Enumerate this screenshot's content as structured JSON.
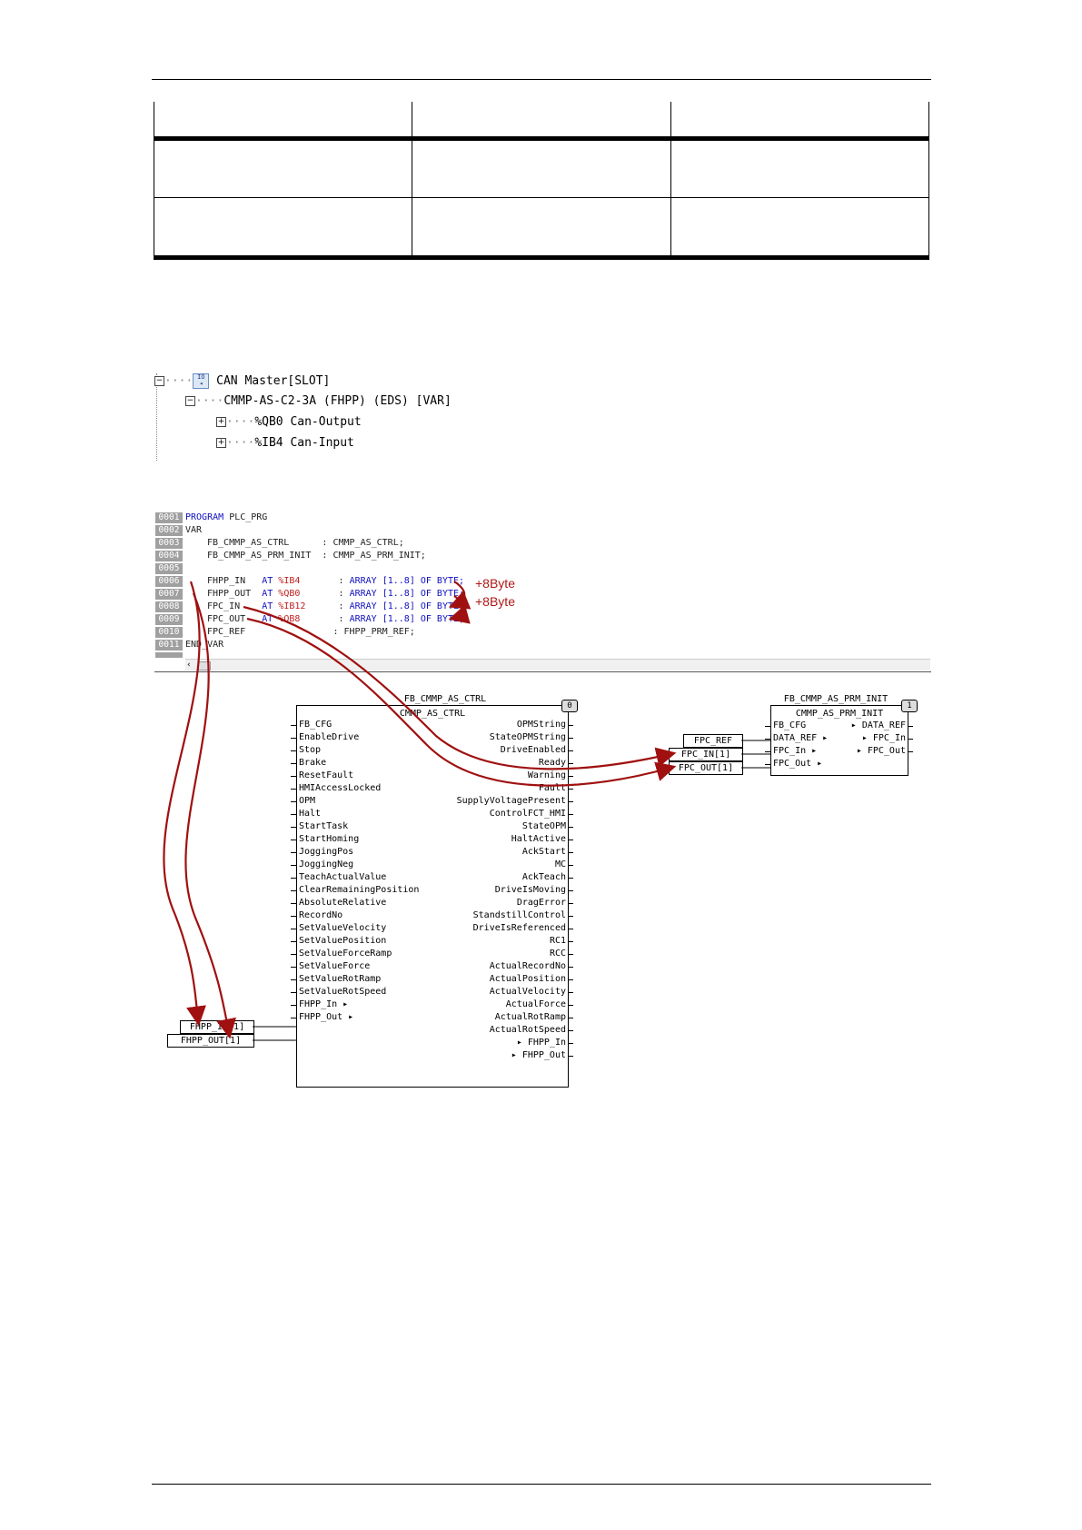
{
  "tree": {
    "root_label": "CAN Master[SLOT]",
    "device_label": "CMMP-AS-C2-3A (FHPP) (EDS)  [VAR]",
    "children": [
      "%QB0 Can-Output",
      "%IB4 Can-Input"
    ]
  },
  "code": {
    "line_numbers": [
      "0001",
      "0002",
      "0003",
      "0004",
      "0005",
      "0006",
      "0007",
      "0008",
      "0009",
      "0010",
      "0011"
    ],
    "program_kw": "PROGRAM",
    "program_name": "PLC_PRG",
    "var_kw": "VAR",
    "decl_fb1": "FB_CMMP_AS_CTRL      : CMMP_AS_CTRL;",
    "decl_fb2": "FB_CMMP_AS_PRM_INIT  : CMMP_AS_PRM_INIT;",
    "vars": [
      {
        "name": "FHPP_IN ",
        "at": "AT",
        "addr": "%IB4 ",
        "colon": " :",
        "type": "ARRAY [1..8] OF BYTE;"
      },
      {
        "name": "FHPP_OUT",
        "at": "AT",
        "addr": "%QB0 ",
        "colon": " :",
        "type": "ARRAY [1..8] OF BYTE;"
      },
      {
        "name": "FPC_IN  ",
        "at": "AT",
        "addr": "%IB12",
        "colon": " :",
        "type": "ARRAY [1..8] OF BYTE;"
      },
      {
        "name": "FPC_OUT ",
        "at": "AT",
        "addr": "%QB8 ",
        "colon": " :",
        "type": "ARRAY [1..8] OF BYTE;"
      }
    ],
    "decl_ref": "FPC_REF                : FHPP_PRM_REF;",
    "end_var_kw": "END_VAR",
    "annotations": [
      "+8Byte",
      "+8Byte"
    ]
  },
  "fb_ctrl": {
    "instance": "FB_CMMP_AS_CTRL",
    "type": "CMMP_AS_CTRL",
    "badge": "0",
    "inputs": [
      "FB_CFG",
      "EnableDrive",
      "Stop",
      "Brake",
      "ResetFault",
      "HMIAccessLocked",
      "OPM",
      "Halt",
      "StartTask",
      "StartHoming",
      "JoggingPos",
      "JoggingNeg",
      "TeachActualValue",
      "ClearRemainingPosition",
      "AbsoluteRelative",
      "RecordNo",
      "SetValueVelocity",
      "SetValuePosition",
      "SetValueForceRamp",
      "SetValueForce",
      "SetValueRotRamp",
      "SetValueRotSpeed",
      "FHPP_In ▸",
      "FHPP_Out ▸"
    ],
    "outputs": [
      "OPMString",
      "StateOPMString",
      "DriveEnabled",
      "Ready",
      "Warning",
      "Fault",
      "SupplyVoltagePresent",
      "ControlFCT_HMI",
      "StateOPM",
      "HaltActive",
      "AckStart",
      "MC",
      "AckTeach",
      "DriveIsMoving",
      "DragError",
      "StandstillControl",
      "DriveIsReferenced",
      "RC1",
      "RCC",
      "ActualRecordNo",
      "ActualPosition",
      "ActualVelocity",
      "ActualForce",
      "ActualRotRamp",
      "ActualRotSpeed",
      "▸ FHPP_In",
      "▸ FHPP_Out"
    ],
    "input_vars": [
      "FHPP_IN[1]",
      "FHPP_OUT[1]"
    ]
  },
  "fb_init": {
    "instance": "FB_CMMP_AS_PRM_INIT",
    "type": "CMMP_AS_PRM_INIT",
    "badge": "1",
    "inputs": [
      "FB_CFG",
      "DATA_REF ▸",
      "FPC_In ▸",
      "FPC_Out ▸"
    ],
    "outputs": [
      "▸ DATA_REF",
      "▸ FPC_In",
      "▸ FPC_Out"
    ],
    "input_vars": [
      "FPC_REF",
      "FPC_IN[1]",
      "FPC_OUT[1]"
    ]
  },
  "colors": {
    "arrow": "#a01010",
    "keyword": "#1010c0",
    "address": "#c02020",
    "line_number_bg": "#a0a0a0"
  }
}
